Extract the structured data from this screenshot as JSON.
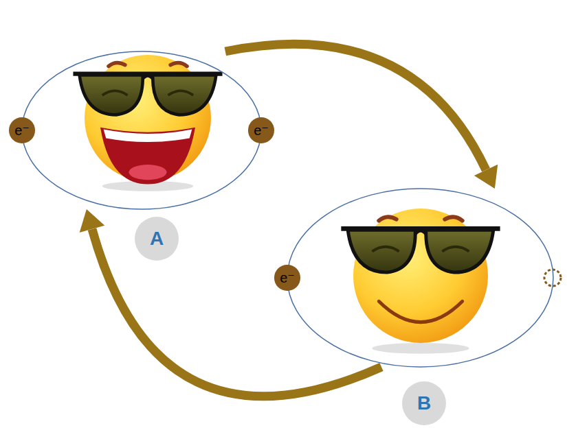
{
  "diagram": {
    "nodes": [
      {
        "text": []
      },
      {
        "text": [
          "e⁻"
        ],
        "in": 0
      },
      {
        "text": [
          "e⁻"
        ],
        "in": 0
      },
      {
        "text": [
          "A"
        ]
      },
      {
        "text": []
      },
      {
        "text": [
          "e⁻"
        ],
        "in": 4
      },
      {
        "text": [
          "B"
        ]
      }
    ],
    "edges": [
      {
        "from": 0,
        "to": 4,
        "arrow": "to"
      },
      {
        "from": 4,
        "to": 0,
        "arrow": "to"
      }
    ]
  }
}
